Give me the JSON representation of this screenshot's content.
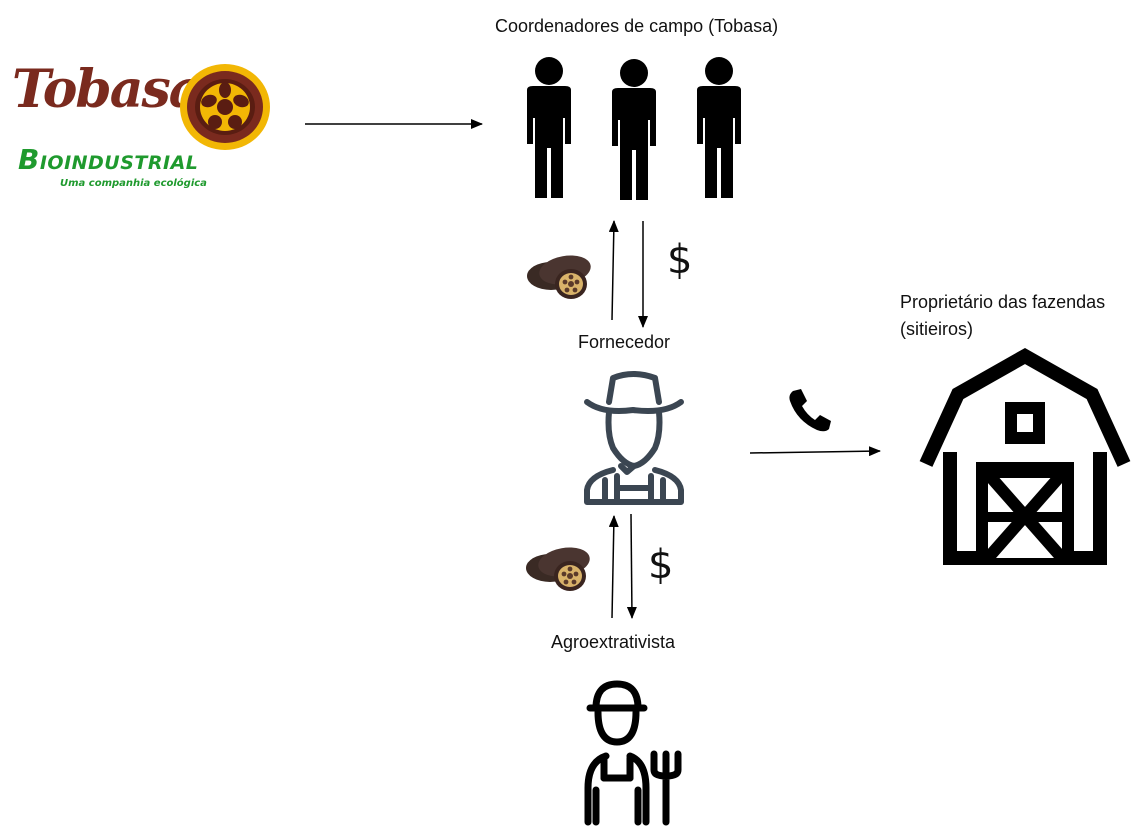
{
  "logo": {
    "brand": "Tobasa",
    "division_initial": "B",
    "division_rest": "IOINDUSTRIAL",
    "tagline": "Uma companhia ecológica",
    "colors": {
      "brand": "#7a2a1e",
      "division": "#1f9a2e",
      "emblem_ring": "#f2b705"
    }
  },
  "nodes": {
    "coordinators": {
      "label": "Coordenadores de campo (Tobasa)",
      "icon": "three-people-icon"
    },
    "supplier": {
      "label": "Fornecedor",
      "icon": "farmer-hat-icon"
    },
    "owner": {
      "label_line1": "Proprietário das fazendas",
      "label_line2": "(sitieiros)",
      "icon": "barn-icon"
    },
    "extractivist": {
      "label": "Agroextrativista",
      "icon": "farmer-fork-icon"
    }
  },
  "flows": {
    "payment_symbol": "$",
    "goods_icon": "babassu-coconut-icon",
    "call_icon": "phone-icon"
  }
}
